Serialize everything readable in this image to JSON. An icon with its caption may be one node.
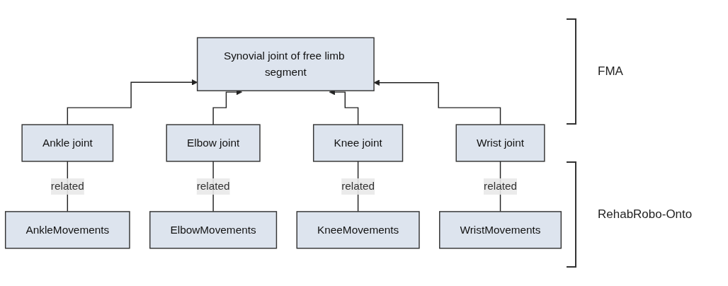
{
  "diagram": {
    "nodes": [
      {
        "text": [
          "Synovial joint of free limb segment"
        ]
      },
      {
        "text": [
          "Ankle joint"
        ]
      },
      {
        "text": [
          "Elbow joint"
        ]
      },
      {
        "text": [
          "Knee joint"
        ]
      },
      {
        "text": [
          "Wrist joint"
        ]
      },
      {
        "text": [
          "AnkleMovements"
        ]
      },
      {
        "text": [
          "KneeMovements"
        ]
      },
      {
        "text": [
          "ElbowMovements"
        ]
      },
      {
        "text": [
          "WristMovements"
        ]
      }
    ],
    "edges": [
      {
        "from": 1,
        "to": 0,
        "arrow": "to"
      },
      {
        "from": 2,
        "to": 0,
        "arrow": "to"
      },
      {
        "from": 3,
        "to": 0,
        "arrow": "to"
      },
      {
        "from": 4,
        "to": 0,
        "arrow": "to"
      },
      {
        "from": 5,
        "to": 1,
        "label": "related",
        "arrow": "none"
      },
      {
        "from": 7,
        "to": 2,
        "label": "related",
        "arrow": "none"
      },
      {
        "from": 6,
        "to": 3,
        "label": "related",
        "arrow": "none"
      },
      {
        "from": 8,
        "to": 4,
        "label": "related",
        "arrow": "none"
      }
    ],
    "labels": [
      "FMA",
      "RehabRobo-Onto"
    ]
  }
}
